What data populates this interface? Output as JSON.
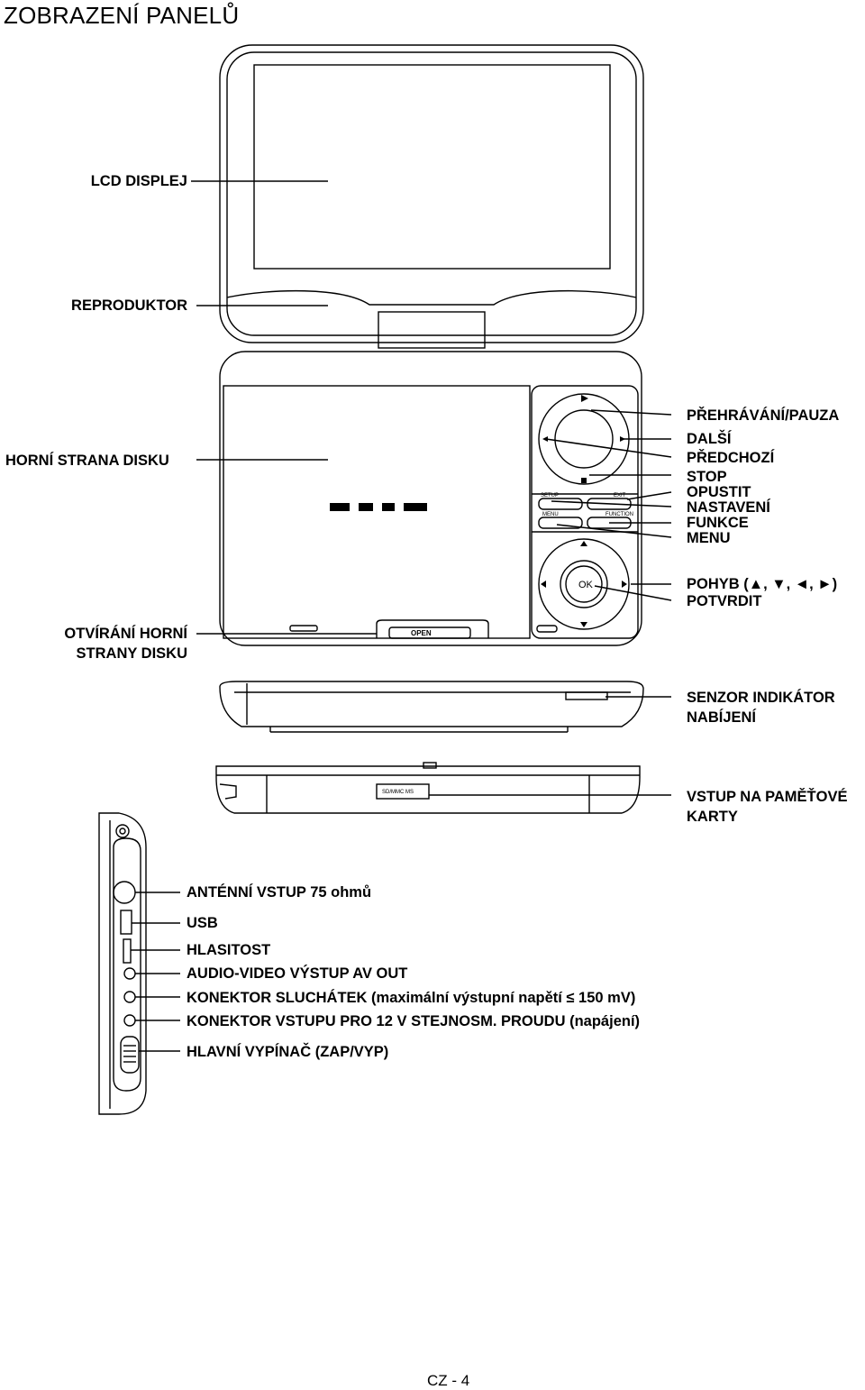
{
  "page": {
    "title": "ZOBRAZENÍ PANELŮ",
    "page_number": "CZ - 4"
  },
  "device_markings": {
    "ok_label": "OK",
    "setup_label": "SETUP",
    "exit_label": "EXIT",
    "menu_label": "MENU",
    "function_label": "FUNCTION",
    "open_label": "OPEN",
    "card_slot_label": "SD/MMC MS"
  },
  "labels": {
    "lcd": "LCD DISPLEJ",
    "speaker": "REPRODUKTOR",
    "disc_top": "HORNÍ STRANA DISKU",
    "disc_open_1": "OTVÍRÁNÍ HORNÍ",
    "disc_open_2": "STRANY DISKU",
    "play_pause": "PŘEHRÁVÁNÍ/PAUZA",
    "next": "DALŠÍ",
    "prev": "PŘEDCHOZÍ",
    "stop": "STOP",
    "exit": "OPUSTIT",
    "setup": "NASTAVENÍ",
    "function": "FUNKCE",
    "menu": "MENU",
    "move": "POHYB (▲, ▼, ◄, ►)",
    "confirm": "POTVRDIT",
    "sensor_1": "SENZOR INDIKÁTOR",
    "sensor_2": "NABÍJENÍ",
    "card_1": "VSTUP NA PAMĚŤOVÉ",
    "card_2": "KARTY",
    "antenna": "ANTÉNNÍ VSTUP 75 ohmů",
    "usb": "USB",
    "volume": "HLASITOST",
    "av_out": "AUDIO-VIDEO VÝSTUP AV OUT",
    "headphones": "KONEKTOR SLUCHÁTEK (maximální výstupní napětí ≤ 150 mV)",
    "dc_in": "KONEKTOR VSTUPU PRO 12 V STEJNOSM. PROUDU (napájení)",
    "power_switch": "HLAVNÍ VYPÍNAČ (ZAP/VYP)"
  }
}
